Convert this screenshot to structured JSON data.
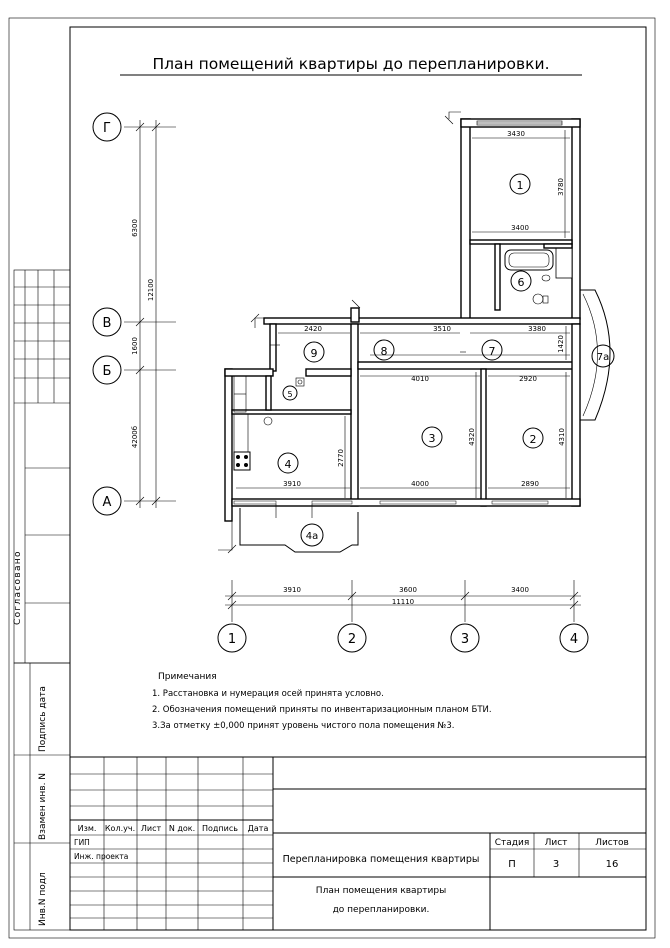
{
  "title": "План помещений квартиры до перепланировки.",
  "axes": {
    "rows": [
      {
        "id": "row-g",
        "label": "Г"
      },
      {
        "id": "row-v",
        "label": "В"
      },
      {
        "id": "row-b",
        "label": "Б"
      },
      {
        "id": "row-a",
        "label": "А"
      }
    ],
    "cols": [
      {
        "id": "col-1",
        "label": "1"
      },
      {
        "id": "col-2",
        "label": "2"
      },
      {
        "id": "col-3",
        "label": "3"
      },
      {
        "id": "col-4",
        "label": "4"
      }
    ]
  },
  "dims": {
    "v_6300": "6300",
    "v_12100": "12100",
    "v_1600": "1600",
    "v_4200": "4200б",
    "h_3910": "3910",
    "h_3600": "3600",
    "h_3400": "3400",
    "h_11110": "11110",
    "r1_top": "3430",
    "r1_bottom": "3400",
    "r1_side": "3780",
    "r9_top": "2420",
    "r8_top": "3510",
    "r7_top": "3380",
    "r7_side": "1420",
    "r3_top": "4010",
    "r2_top": "2920",
    "r3_side": "4320",
    "r2_side": "4310",
    "r4_side": "2770",
    "r4_bottom": "3910",
    "r3_bottom": "4000",
    "r2_bottom": "2890"
  },
  "rooms": [
    {
      "id": "room-1",
      "label": "1"
    },
    {
      "id": "room-2",
      "label": "2"
    },
    {
      "id": "room-3",
      "label": "3"
    },
    {
      "id": "room-4",
      "label": "4"
    },
    {
      "id": "room-4a",
      "label": "4а"
    },
    {
      "id": "room-5",
      "label": "5"
    },
    {
      "id": "room-6",
      "label": "6"
    },
    {
      "id": "room-7",
      "label": "7"
    },
    {
      "id": "room-7a",
      "label": "7а"
    },
    {
      "id": "room-8",
      "label": "8"
    },
    {
      "id": "room-9",
      "label": "9"
    }
  ],
  "notes": {
    "heading": "Примечания",
    "items": [
      "1. Расстановка  и нумерация осей принята условно.",
      "2. Обозначения помещений приняты по инвентаризационным планом БТИ.",
      "3.За отметку ±0,000 принят уровень чистого пола  помещения №3."
    ]
  },
  "side_labels": {
    "agreed": "Согласовано",
    "sign_date": "Подпись дата",
    "replace_inv": "Взамен инв. N",
    "inv_orig": "Инв.N подл"
  },
  "stamp": {
    "headers": [
      "Изм.",
      "Кол.уч.",
      "Лист",
      "N док.",
      "Подпись",
      "Дата"
    ],
    "role_1": "ГИП",
    "role_2": "Инж. проекта",
    "project": "Перепланировка помещения квартиры",
    "sheet_title_1": "План помещения квартиры",
    "sheet_title_2": "до перепланировки.",
    "stage_h": "Стадия",
    "sheet_h": "Лист",
    "sheets_h": "Листов",
    "stage": "П",
    "sheet": "3",
    "sheets": "16"
  }
}
